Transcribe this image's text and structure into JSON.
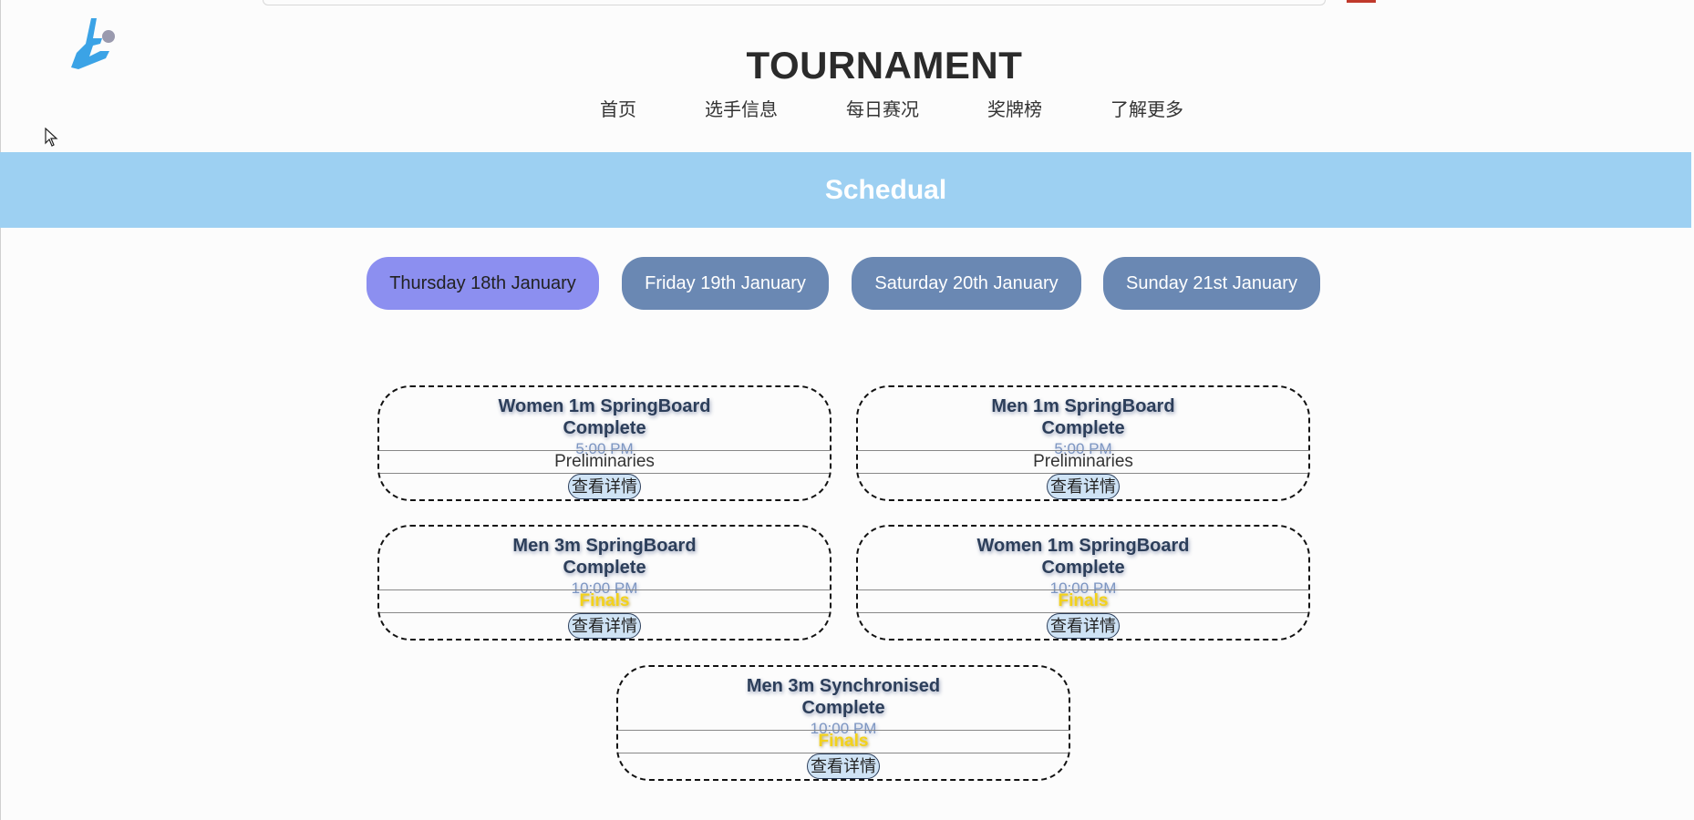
{
  "header": {
    "title": "TOURNAMENT",
    "nav": [
      "首页",
      "选手信息",
      "每日赛况",
      "奖牌榜",
      "了解更多"
    ]
  },
  "banner": {
    "title": "Schedual"
  },
  "days": [
    {
      "label": "Thursday 18th January",
      "active": true
    },
    {
      "label": "Friday 19th January",
      "active": false
    },
    {
      "label": "Saturday 20th January",
      "active": false
    },
    {
      "label": "Sunday 21st January",
      "active": false
    }
  ],
  "events": [
    {
      "event": "Women 1m SpringBoard",
      "status": "Complete",
      "time": "5:00 PM",
      "stage": "Preliminaries",
      "button": "查看详情"
    },
    {
      "event": "Men 1m SpringBoard",
      "status": "Complete",
      "time": "5:00 PM",
      "stage": "Preliminaries",
      "button": "查看详情"
    },
    {
      "event": "Men 3m SpringBoard",
      "status": "Complete",
      "time": "10:00 PM",
      "stage": "Finals",
      "button": "查看详情"
    },
    {
      "event": "Women 1m SpringBoard",
      "status": "Complete",
      "time": "10:00 PM",
      "stage": "Finals",
      "button": "查看详情"
    },
    {
      "event": "Men 3m Synchronised",
      "status": "Complete",
      "time": "10:00 PM",
      "stage": "Finals",
      "button": "查看详情"
    }
  ],
  "colors": {
    "banner": "#9dd0f2",
    "day_tab": "#6a88b3",
    "day_tab_active": "#8c8ff0",
    "finals": "#f3d21a",
    "logo_blue": "#3ba3e6",
    "logo_dot": "#9a9aae"
  },
  "icons": {
    "logo": "diver-logo-icon",
    "cursor": "mouse-cursor-icon"
  }
}
